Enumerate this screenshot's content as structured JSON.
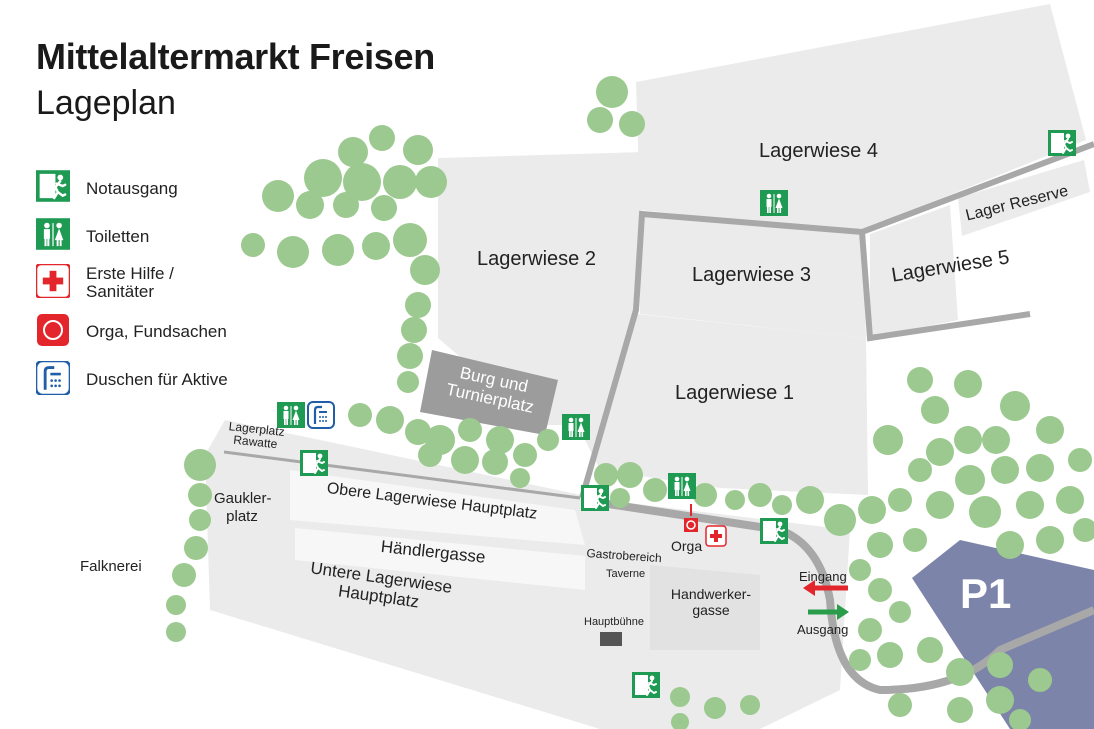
{
  "header": {
    "title": "Mittelaltermarkt Freisen",
    "subtitle": "Lageplan"
  },
  "legend": [
    {
      "icon": "emergency-exit-icon",
      "label": "Notausgang"
    },
    {
      "icon": "toilets-icon",
      "label": "Toiletten"
    },
    {
      "icon": "first-aid-icon",
      "label": "Erste Hilfe /\nSanitäter"
    },
    {
      "icon": "orga-icon",
      "label": "Orga, Fundsachen"
    },
    {
      "icon": "shower-icon",
      "label": "Duschen für Aktive"
    }
  ],
  "areas": {
    "lagerwiese_4": "Lagerwiese 4",
    "lagerwiese_2": "Lagerwiese 2",
    "lagerwiese_3": "Lagerwiese 3",
    "lagerwiese_5": "Lagerwiese 5",
    "lager_reserve": "Lager Reserve",
    "lagerwiese_1": "Lagerwiese 1",
    "burg": "Burg und\nTurnierplatz",
    "lagerplatz_rawatte": "Lagerplatz\nRawatte",
    "obere_lagerwiese": "Obere Lagerwiese Hauptplatz",
    "gauklerplatz": "Gaukler-\nplatz",
    "haendlergasse": "Händlergasse",
    "untere_lagerwiese": "Untere Lagerwiese\nHauptplatz",
    "falknerei": "Falknerei",
    "gastrobereich": "Gastrobereich",
    "taverne": "Taverne",
    "handwerkergasse": "Handwerker-\ngasse",
    "hauptbuehne": "Hauptbühne",
    "orga": "Orga",
    "eingang": "Eingang",
    "ausgang": "Ausgang",
    "parking": "P1"
  },
  "colors": {
    "exit_green": "#1e9a52",
    "first_aid_red": "#e3262b",
    "shower_blue": "#1f5fa8",
    "tree_green": "#9cc98f",
    "area_gray": "#ebebeb",
    "path_gray": "#a8a8a8",
    "burg_gray": "#9c9c9c",
    "parking_blue": "#7d84aa",
    "entry_arrow": "#e3262b",
    "exit_arrow": "#2a9d4a"
  }
}
